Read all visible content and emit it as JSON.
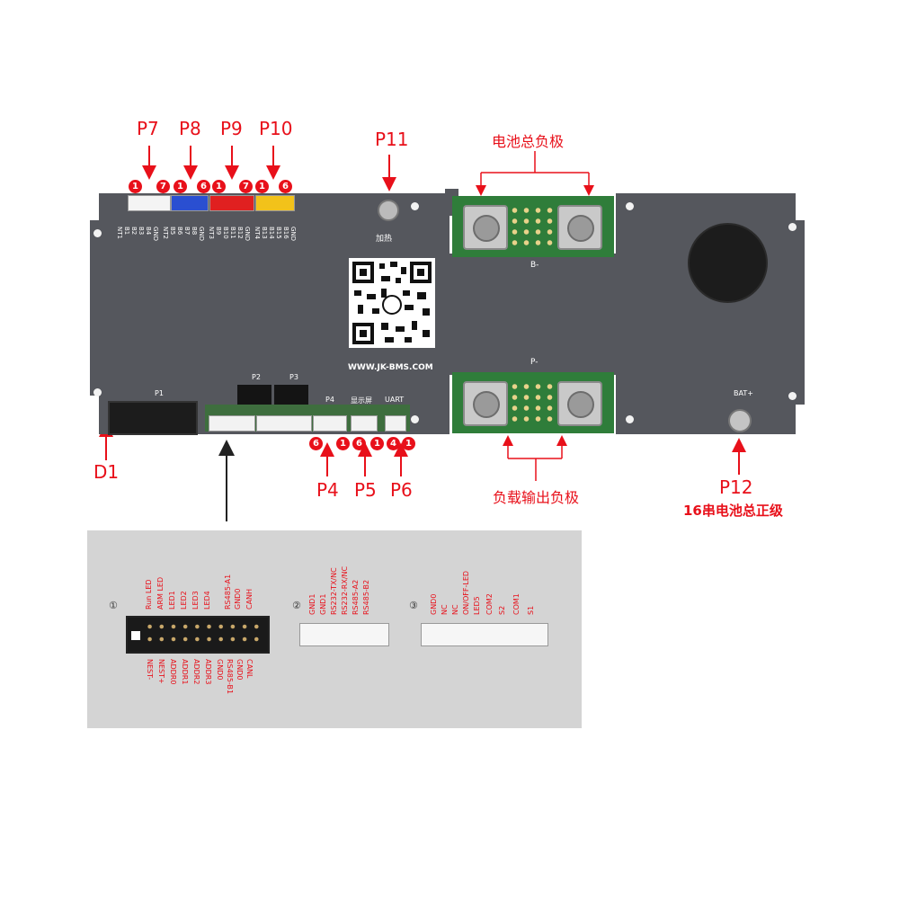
{
  "callouts": {
    "p7": "P7",
    "p8": "P8",
    "p9": "P9",
    "p10": "P10",
    "p11": "P11",
    "battery_neg": "电池总负极",
    "d1": "D1",
    "p4": "P4",
    "p5": "P5",
    "p6": "P6",
    "load_neg": "负载输出负极",
    "p12": "P12",
    "p12_desc": "16串电池总正级"
  },
  "pin_numbers": {
    "p7_a": "1",
    "p7_b": "7",
    "p8_a": "1",
    "p8_b": "6",
    "p9_a": "1",
    "p9_b": "7",
    "p10_a": "1",
    "p10_b": "6",
    "p4_a": "6",
    "p4_b": "1",
    "p5_a": "6",
    "p5_b": "1",
    "p6_a": "4",
    "p6_b": "1"
  },
  "board": {
    "b_minus": "B-",
    "p_minus": "P-",
    "bat_plus": "BAT+",
    "heating": "加热",
    "website": "WWW.JK-BMS.COM",
    "p1": "P1",
    "p2": "P2",
    "p3": "P3",
    "p4": "P4",
    "display": "显示屏",
    "uart": "UART",
    "p7_pins": [
      "NT1",
      "B1",
      "B2",
      "B3",
      "B4",
      "GND"
    ],
    "p8_pins": [
      "NT2",
      "B5",
      "B6",
      "B7",
      "B8",
      "GND"
    ],
    "p9_pins": [
      "NT3",
      "B9",
      "B10",
      "B11",
      "B12",
      "GND"
    ],
    "p10_pins": [
      "NT4",
      "B13",
      "B14",
      "B15",
      "B16",
      "GND"
    ]
  },
  "pinout": {
    "c1_marker": "①",
    "c1_top": [
      "Run LED",
      "ARM LED",
      "LED1",
      "LED2",
      "LED3",
      "LED4",
      "RS485-A1",
      "GND0",
      "CANH"
    ],
    "c1_bottom": [
      "NEST-",
      "NEST+",
      "ADDR0",
      "ADDR1",
      "ADDR2",
      "ADDR3",
      "GND0",
      "RS485-B1",
      "GND0",
      "CANL"
    ],
    "c2_marker": "②",
    "c2_labels": [
      "GND1",
      "RS232-TX/NC",
      "RS232-RX/NC",
      "RS485-A2",
      "RS485-B2"
    ],
    "c2_extra": "GND1",
    "c3_marker": "③",
    "c3_labels": [
      "GND0",
      "NC",
      "NC",
      "ON/OFF-LED",
      "LED5",
      "COM2",
      "S2",
      "COM1",
      "S1"
    ]
  },
  "colors": {
    "callout": "#e8101a",
    "board": "#55575d",
    "pcb_green": "#2f7d3a",
    "panel_bg": "#d4d4d4"
  }
}
